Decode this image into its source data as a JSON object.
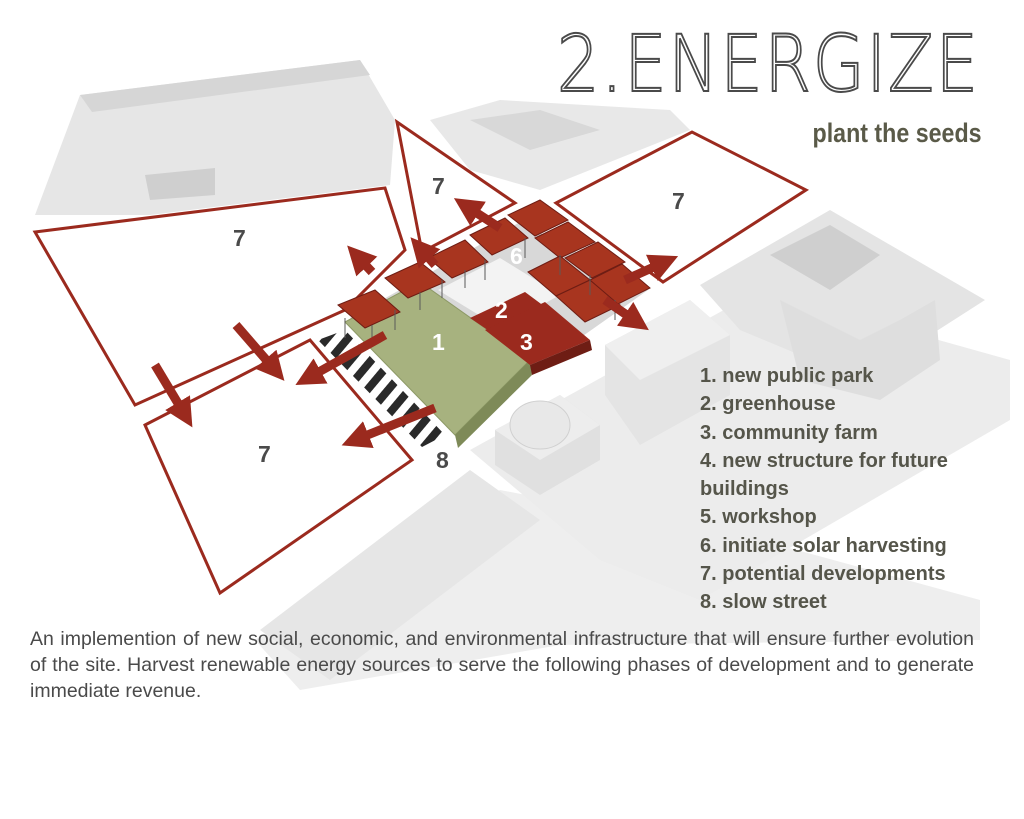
{
  "header": {
    "title": "2.ENERGIZE",
    "subtitle": "plant the seeds"
  },
  "plan_labels": {
    "zone_7_left": "7",
    "zone_7_top": "7",
    "zone_7_right": "7",
    "zone_7_bottom": "7",
    "zone_1": "1",
    "zone_2": "2",
    "zone_3": "3",
    "zone_6": "6",
    "zone_8": "8"
  },
  "legend": {
    "items": [
      {
        "label": "1. new public park"
      },
      {
        "label": "2. greenhouse"
      },
      {
        "label": "3. community farm"
      },
      {
        "label": "4. new structure for future buildings"
      },
      {
        "label": "5. workshop"
      },
      {
        "label": "6. initiate solar harvesting"
      },
      {
        "label": "7. potential developments"
      },
      {
        "label": "8. slow street"
      }
    ]
  },
  "description": "An implemention of new social, economic, and environmental infrastructure that will ensure further evolution of the site. Harvest renewable energy sources to serve the following phases of development and to generate immediate revenue.",
  "colors": {
    "accent_red": "#9b2a1e",
    "park_green": "#a7b27f",
    "building_gray": "#e2e2e2",
    "text_gray": "#55554a"
  }
}
